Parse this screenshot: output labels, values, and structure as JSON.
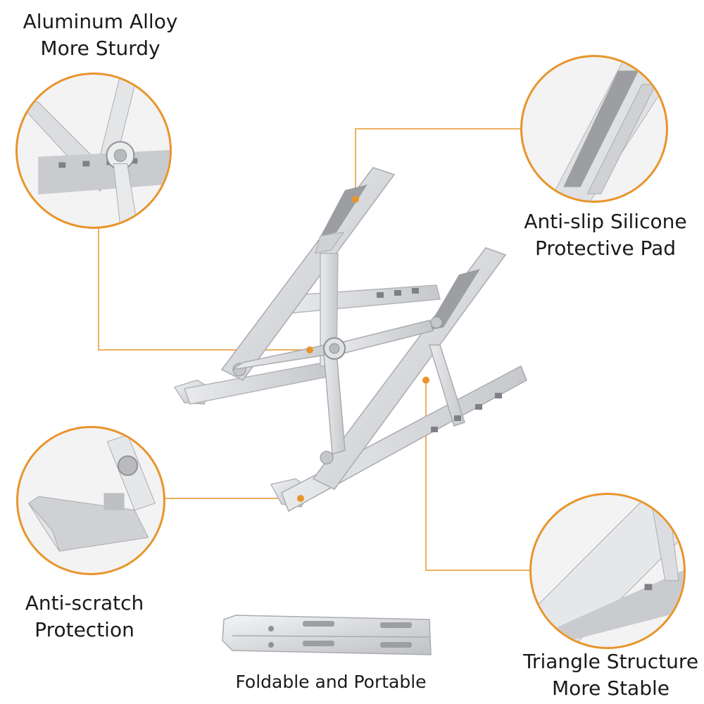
{
  "features": {
    "aluminum": {
      "line1": "Aluminum Alloy",
      "line2": "More Sturdy"
    },
    "silicone": {
      "line1": "Anti-slip Silicone",
      "line2": "Protective Pad"
    },
    "scratch": {
      "line1": "Anti-scratch",
      "line2": "Protection"
    },
    "triangle": {
      "line1": "Triangle Structure",
      "line2": "More Stable"
    },
    "foldable": {
      "line1": "Foldable and Portable"
    }
  },
  "colors": {
    "accent": "#e8952c",
    "metal": "#d9dadc",
    "metal_dark": "#a9abaf",
    "pad": "#9c9ea2"
  }
}
